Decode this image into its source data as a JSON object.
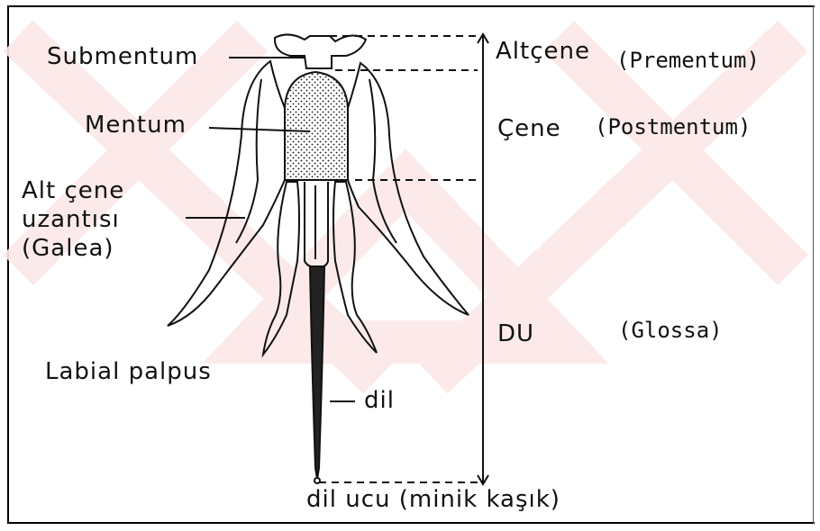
{
  "labels": {
    "submentum": "Submentum",
    "mentum": "Mentum",
    "galea": "Alt çene\nuzantısı\n(Galea)",
    "labial_palpus": "Labial palpus",
    "dil": "dil",
    "dil_ucu": "dil ucu (minik kaşık)",
    "altcene": "Altçene",
    "cene": "Çene",
    "du": "DU",
    "prementum": "(Prementum)",
    "postmentum": "(Postmentum)",
    "glossa": "(Glossa)"
  },
  "colors": {
    "watermark": "#fce8e8",
    "ink": "#111111"
  }
}
